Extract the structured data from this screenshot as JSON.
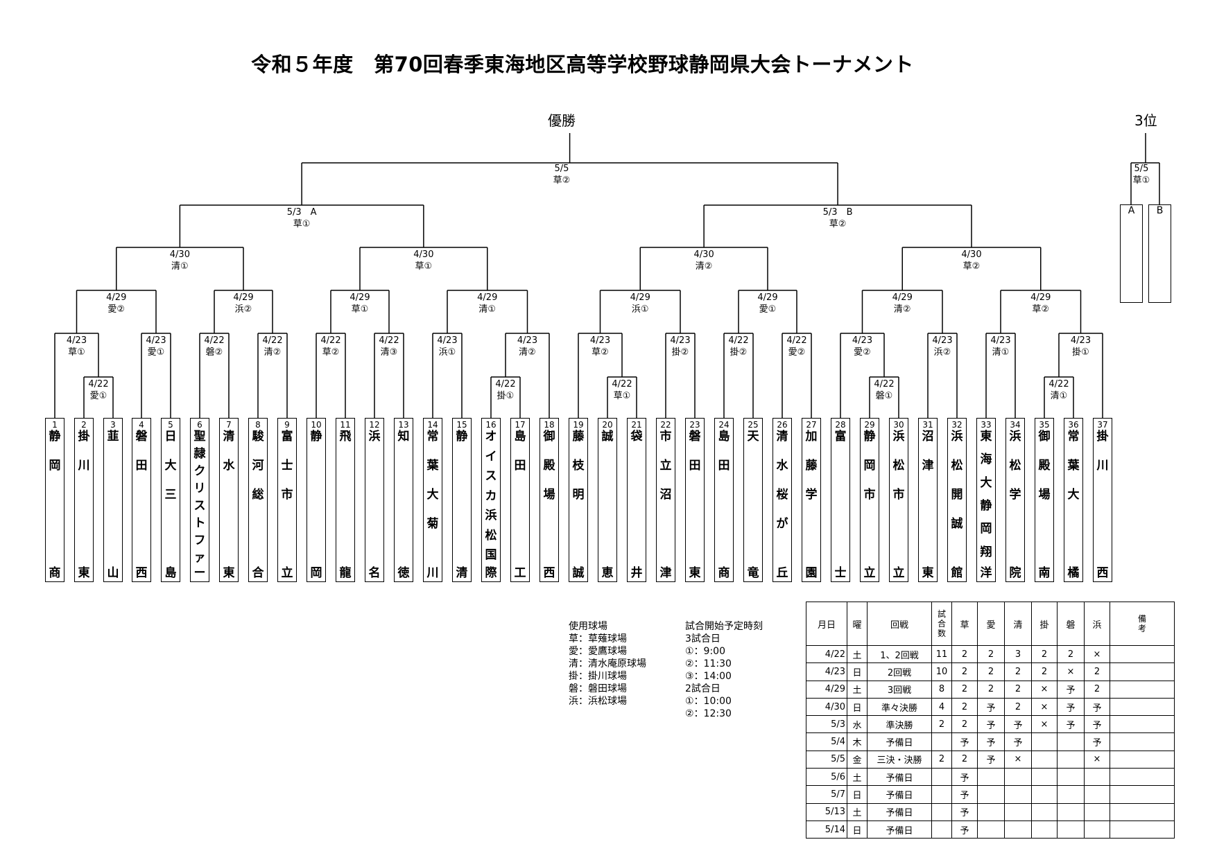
{
  "title": "令和５年度　第70回春季東海地区高等学校野球静岡県大会トーナメント",
  "champion_label": "優勝",
  "third_label": "3位",
  "final": "5/5\n草②",
  "third_match": "5/5\n草①",
  "third_slots": [
    "A",
    "B"
  ],
  "semis": [
    "5/3　A\n草①",
    "5/3　B\n草②"
  ],
  "quarters": [
    "4/30\n清①",
    "4/30\n草①",
    "4/30\n清②",
    "4/30\n草②"
  ],
  "round3": [
    "4/29\n愛②",
    "4/29\n浜②",
    "4/29\n草①",
    "4/29\n清①",
    "4/29\n浜①",
    "4/29\n愛①",
    "4/29\n清②",
    "4/29\n草②"
  ],
  "round2": [
    "4/23\n草①",
    "4/23\n愛①",
    "4/22\n磐②",
    "4/22\n清②",
    "4/22\n草②",
    "4/22\n清③",
    "4/23\n浜①",
    "4/23\n清②",
    "4/23\n草②",
    "4/23\n掛②",
    "4/22\n掛②",
    "4/22\n愛②",
    "4/23\n愛②",
    "4/23\n浜②",
    "4/23\n清①",
    "4/23\n掛①"
  ],
  "round1": [
    "4/22\n愛①",
    "4/22\n掛①",
    "4/22\n草①",
    "4/22\n磐①",
    "4/22\n清①"
  ],
  "teams": [
    {
      "no": "1",
      "name": "静岡商"
    },
    {
      "no": "2",
      "name": "掛川東"
    },
    {
      "no": "3",
      "name": "韮山"
    },
    {
      "no": "4",
      "name": "磐田西"
    },
    {
      "no": "5",
      "name": "日大三島"
    },
    {
      "no": "6",
      "name": "聖隷クリストファー"
    },
    {
      "no": "7",
      "name": "清水東"
    },
    {
      "no": "8",
      "name": "駿河総合"
    },
    {
      "no": "9",
      "name": "富士市立"
    },
    {
      "no": "10",
      "name": "静岡"
    },
    {
      "no": "11",
      "name": "飛龍"
    },
    {
      "no": "12",
      "name": "浜名"
    },
    {
      "no": "13",
      "name": "知徳"
    },
    {
      "no": "14",
      "name": "常葉大菊川"
    },
    {
      "no": "15",
      "name": "静清"
    },
    {
      "no": "16",
      "name": "オイスカ浜松国際"
    },
    {
      "no": "17",
      "name": "島田工"
    },
    {
      "no": "18",
      "name": "御殿場西"
    },
    {
      "no": "19",
      "name": "藤枝明誠"
    },
    {
      "no": "20",
      "name": "誠恵"
    },
    {
      "no": "21",
      "name": "袋井"
    },
    {
      "no": "22",
      "name": "市立沼津"
    },
    {
      "no": "23",
      "name": "磐田東"
    },
    {
      "no": "24",
      "name": "島田商"
    },
    {
      "no": "25",
      "name": "天竜"
    },
    {
      "no": "26",
      "name": "清水桜が丘"
    },
    {
      "no": "27",
      "name": "加藤学園"
    },
    {
      "no": "28",
      "name": "富士"
    },
    {
      "no": "29",
      "name": "静岡市立"
    },
    {
      "no": "30",
      "name": "浜松市立"
    },
    {
      "no": "31",
      "name": "沼津東"
    },
    {
      "no": "32",
      "name": "浜松開誠館"
    },
    {
      "no": "33",
      "name": "東海大静岡翔洋"
    },
    {
      "no": "34",
      "name": "浜松学院"
    },
    {
      "no": "35",
      "name": "御殿場南"
    },
    {
      "no": "36",
      "name": "常葉大橘"
    },
    {
      "no": "37",
      "name": "掛川西"
    }
  ],
  "venues": "使用球場\n草：草薙球場\n愛：愛鷹球場\n清：清水庵原球場\n掛：掛川球場\n磐：磐田球場\n浜：浜松球場",
  "times": "試合開始予定時刻\n3試合日\n①：9:00\n②：11:30\n③：14:00\n2試合日\n①：10:00\n②：12:30",
  "schedule": {
    "headers": [
      "月日",
      "曜",
      "回戦",
      "試合数",
      "草",
      "愛",
      "清",
      "掛",
      "磐",
      "浜",
      "備考"
    ],
    "rows": [
      [
        "4/22",
        "土",
        "1、2回戦",
        "11",
        "2",
        "2",
        "3",
        "2",
        "2",
        "×",
        ""
      ],
      [
        "4/23",
        "日",
        "2回戦",
        "10",
        "2",
        "2",
        "2",
        "2",
        "×",
        "2",
        ""
      ],
      [
        "4/29",
        "土",
        "3回戦",
        "8",
        "2",
        "2",
        "2",
        "×",
        "予",
        "2",
        ""
      ],
      [
        "4/30",
        "日",
        "準々決勝",
        "4",
        "2",
        "予",
        "2",
        "×",
        "予",
        "予",
        ""
      ],
      [
        "5/3",
        "水",
        "準決勝",
        "2",
        "2",
        "予",
        "予",
        "×",
        "予",
        "予",
        ""
      ],
      [
        "5/4",
        "木",
        "予備日",
        "",
        "予",
        "予",
        "予",
        "",
        "",
        "予",
        ""
      ],
      [
        "5/5",
        "金",
        "三決・決勝",
        "2",
        "2",
        "予",
        "×",
        "",
        "",
        "×",
        ""
      ],
      [
        "5/6",
        "土",
        "予備日",
        "",
        "予",
        "",
        "",
        "",
        "",
        "",
        ""
      ],
      [
        "5/7",
        "日",
        "予備日",
        "",
        "予",
        "",
        "",
        "",
        "",
        "",
        ""
      ],
      [
        "5/13",
        "土",
        "予備日",
        "",
        "予",
        "",
        "",
        "",
        "",
        "",
        ""
      ],
      [
        "5/14",
        "日",
        "予備日",
        "",
        "予",
        "",
        "",
        "",
        "",
        "",
        ""
      ]
    ]
  }
}
